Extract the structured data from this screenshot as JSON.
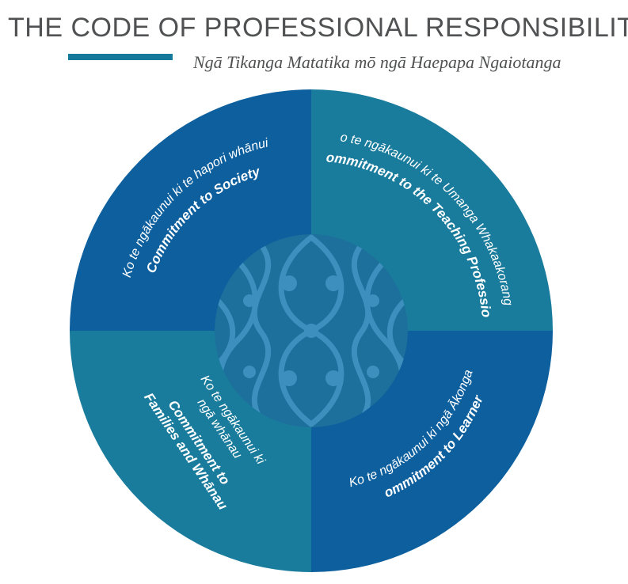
{
  "header": {
    "title": "THE CODE OF PROFESSIONAL RESPONSIBILITY",
    "subtitle": "Ngā Tikanga Matatika mō ngā  Haepapa Ngaiotanga"
  },
  "colors": {
    "title_text": "#505152",
    "accent_bar": "#14799a",
    "dark_blue": "#0d5f9e",
    "teal": "#1a7c9c",
    "label_text": "#ffffff",
    "centre_base": "#1d6f9c",
    "centre_pattern": "#3d8fbd"
  },
  "quadrants": [
    {
      "position": "top-left",
      "subtitle": "Ko te ngākaunui ki te hapori whānui",
      "title": "Commitment to Society"
    },
    {
      "position": "top-right",
      "subtitle": "Ko te ngākaunui ki te Umanga Whakaakoranga",
      "title": "Commitment to the Teaching Profession"
    },
    {
      "position": "bottom-left",
      "subtitle_lines": [
        "Ko te ngākaunui ki",
        "ngā whānau"
      ],
      "title_lines": [
        "Commitment to",
        "Families and Whānau"
      ]
    },
    {
      "position": "bottom-right",
      "subtitle": "Ko te ngākaunui ki ngā Ākonga",
      "title": "Commitment to Learners"
    }
  ],
  "centre": {
    "icon": "kowhaiwhai-pattern"
  }
}
